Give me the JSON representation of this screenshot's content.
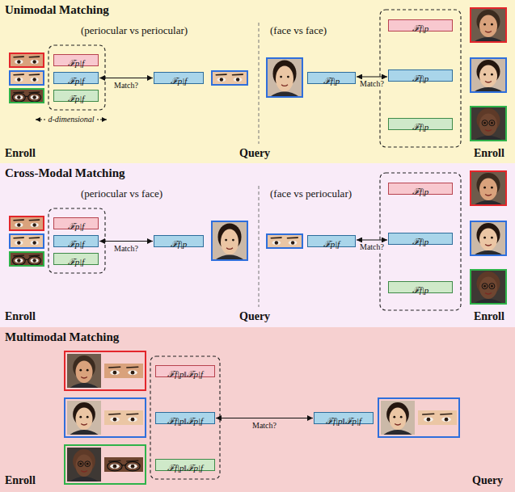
{
  "diagram": {
    "nodes": [
      {
        "text": [
          "Unimodal Matching"
        ]
      },
      {
        "text": [
          "ℱp|f"
        ],
        "in": 0
      },
      {
        "text": [
          "ℱp|f"
        ],
        "in": 0
      },
      {
        "text": [
          "ℱp|f"
        ],
        "in": 0
      },
      {
        "text": [
          "ℱp|f"
        ],
        "in": 0
      },
      {
        "text": [
          "ℱf|p"
        ],
        "in": 0
      },
      {
        "text": [
          "ℱf|p"
        ],
        "in": 0
      },
      {
        "text": [
          "ℱf|p"
        ],
        "in": 0
      },
      {
        "text": [
          "ℱf|p"
        ],
        "in": 0
      },
      {
        "text": [
          "Cross-Modal Matching"
        ]
      },
      {
        "text": [
          "ℱp|f"
        ],
        "in": 9
      },
      {
        "text": [
          "ℱp|f"
        ],
        "in": 9
      },
      {
        "text": [
          "ℱp|f"
        ],
        "in": 9
      },
      {
        "text": [
          "ℱf|p"
        ],
        "in": 9
      },
      {
        "text": [
          "ℱp|f"
        ],
        "in": 9
      },
      {
        "text": [
          "ℱf|p"
        ],
        "in": 9
      },
      {
        "text": [
          "ℱf|p"
        ],
        "in": 9
      },
      {
        "text": [
          "ℱf|p"
        ],
        "in": 9
      },
      {
        "text": [
          "Multimodal Matching"
        ]
      },
      {
        "text": [
          "ℱf|p‖ℱp|f"
        ],
        "in": 18
      },
      {
        "text": [
          "ℱf|p‖ℱp|f"
        ],
        "in": 18
      },
      {
        "text": [
          "ℱf|p‖ℱp|f"
        ],
        "in": 18
      },
      {
        "text": [
          "ℱf|p‖ℱp|f"
        ],
        "in": 18
      }
    ],
    "edges": [
      {
        "from": 2,
        "to": 4,
        "label": "Match?",
        "arrow": "both"
      },
      {
        "from": 5,
        "to": 7,
        "label": "Match?",
        "arrow": "both"
      },
      {
        "from": 11,
        "to": 13,
        "label": "Match?",
        "arrow": "both"
      },
      {
        "from": 14,
        "to": 16,
        "label": "Match?",
        "arrow": "both"
      },
      {
        "from": 20,
        "to": 22,
        "label": "Match?",
        "arrow": "both"
      }
    ],
    "labels": [
      "(periocular vs periocular)",
      "(face vs face)",
      "d-dimensional",
      "Enroll",
      "Query",
      "Enroll",
      "(periocular vs face)",
      "(face vs periocular)",
      "Enroll",
      "Query",
      "Enroll",
      "Enroll",
      "Query"
    ]
  }
}
